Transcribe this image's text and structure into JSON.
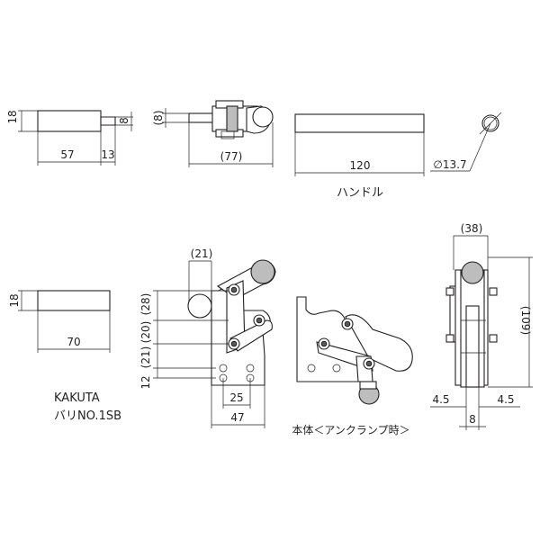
{
  "dims": {
    "spacer_a_height": "18",
    "spacer_a_width": "57",
    "spacer_a_tab_height": "8",
    "spacer_a_tab_width": "13",
    "side_top_height": "(8)",
    "side_top_width": "(77)",
    "handle_length": "120",
    "handle_diameter": "∅13.7",
    "spacer_b_height": "18",
    "spacer_b_width": "70",
    "body_top_offset": "(21)",
    "body_v1": "(28)",
    "body_v2": "(20)",
    "body_v3": "(21)",
    "body_v4": "12",
    "body_hole_pitch": "25",
    "body_width": "47",
    "end_width": "(38)",
    "end_height": "(109)",
    "end_left_off": "4.5",
    "end_right_off": "4.5",
    "end_thickness": "8"
  },
  "labels": {
    "handle": "ハンドル",
    "body_clamped": "本体＜アンクランプ時＞",
    "brand": "KAKUTA",
    "model": "バリNO.1SB"
  }
}
